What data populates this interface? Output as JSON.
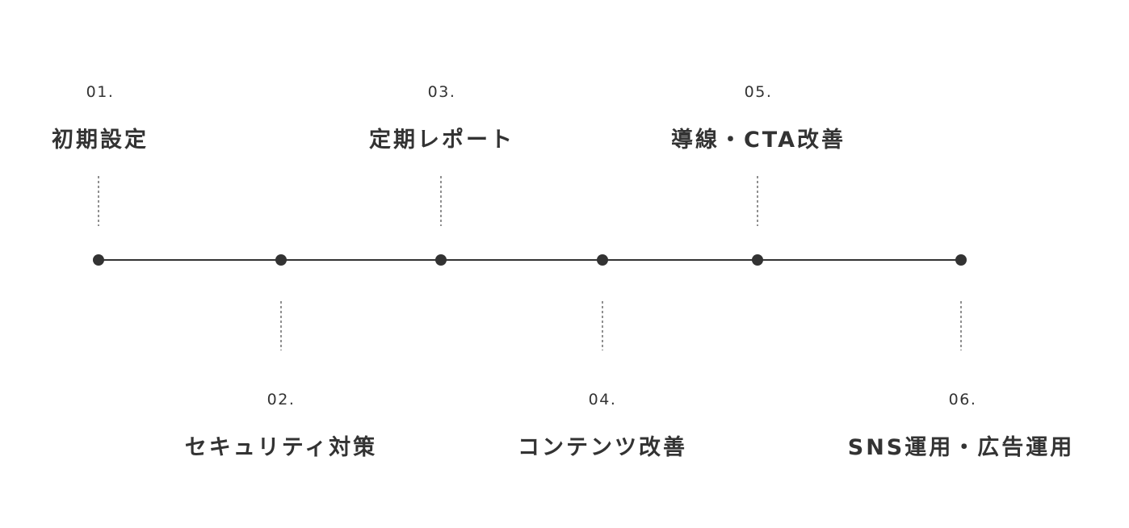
{
  "steps": [
    {
      "number": "01.",
      "title": "初期設定",
      "position": "top"
    },
    {
      "number": "02.",
      "title": "セキュリティ対策",
      "position": "bottom"
    },
    {
      "number": "03.",
      "title": "定期レポート",
      "position": "top"
    },
    {
      "number": "04.",
      "title": "コンテンツ改善",
      "position": "bottom"
    },
    {
      "number": "05.",
      "title": "導線・CTA改善",
      "position": "top"
    },
    {
      "number": "06.",
      "title": "SNS運用・広告運用",
      "position": "bottom"
    }
  ],
  "colors": {
    "line": "#333333",
    "text": "#333333",
    "background": "#ffffff"
  }
}
